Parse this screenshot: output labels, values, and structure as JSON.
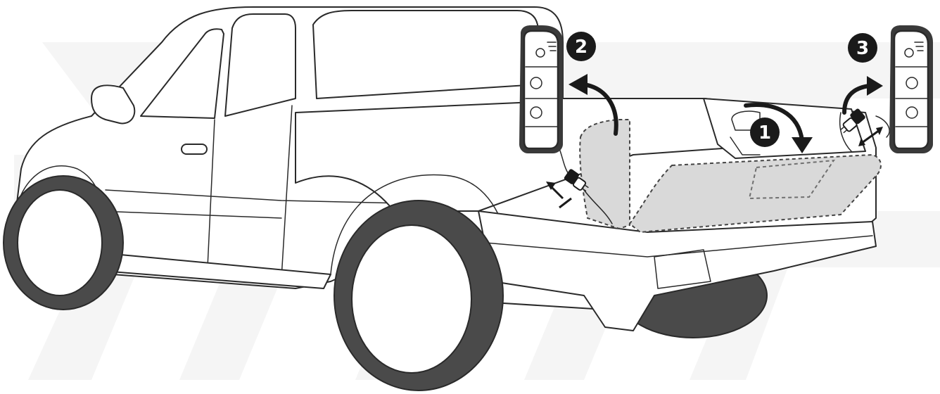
{
  "steps": [
    {
      "number": "1",
      "action": "open-tailgate"
    },
    {
      "number": "2",
      "action": "remove-left-tail-lamp"
    },
    {
      "number": "3",
      "action": "remove-right-tail-lamp"
    }
  ],
  "icons": {
    "vehicle": "pickup-truck",
    "tail_lamp": "tail-lamp-assembly",
    "connector": "wire-connector-plug",
    "arrow": "curved-arrow"
  },
  "colors": {
    "badge": "#1a1a1a",
    "highlight": "#d9d9d9",
    "tyre": "#4a4a4a",
    "watermark": "#ececec"
  }
}
